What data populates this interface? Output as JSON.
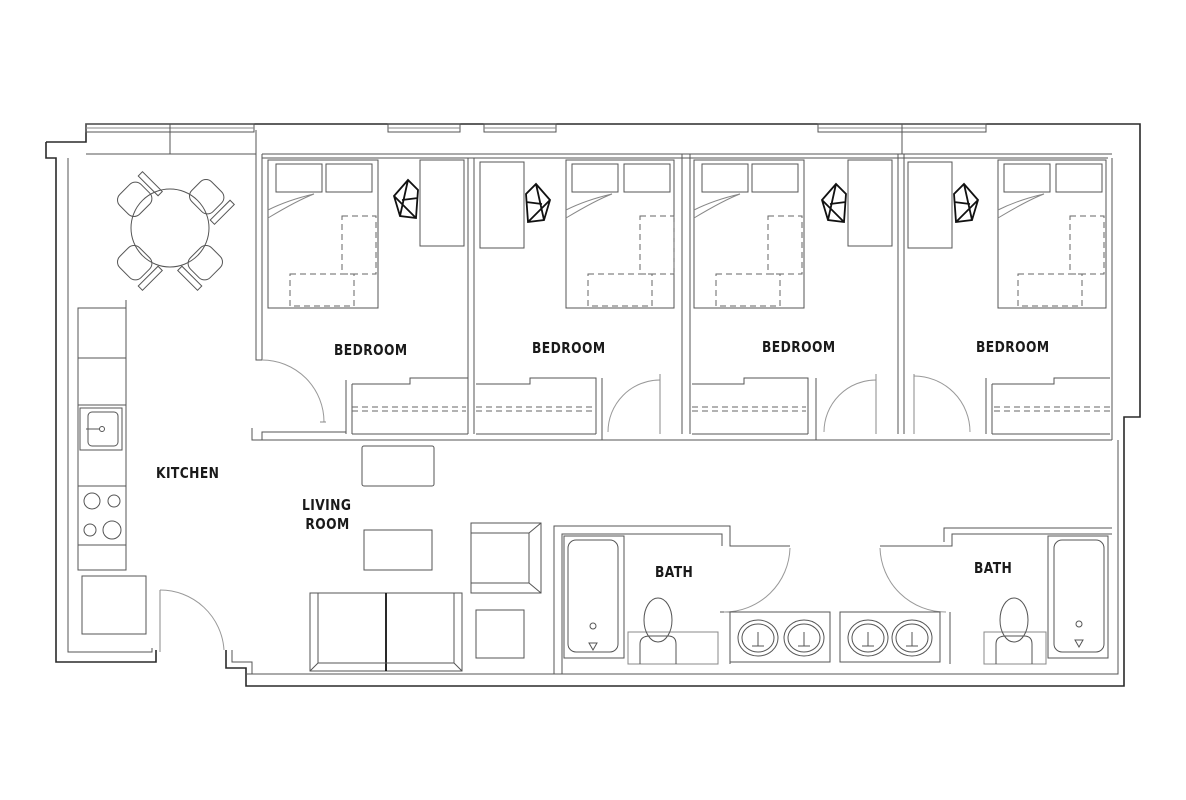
{
  "floor_plan": {
    "rooms": [
      {
        "id": "kitchen",
        "label": "KITCHEN"
      },
      {
        "id": "living-room",
        "label_line1": "LIVING",
        "label_line2": "ROOM"
      },
      {
        "id": "bedroom-1",
        "label": "BEDROOM"
      },
      {
        "id": "bedroom-2",
        "label": "BEDROOM"
      },
      {
        "id": "bedroom-3",
        "label": "BEDROOM"
      },
      {
        "id": "bedroom-4",
        "label": "BEDROOM"
      },
      {
        "id": "bath-1",
        "label": "BATH"
      },
      {
        "id": "bath-2",
        "label": "BATH"
      }
    ],
    "summary": {
      "bedrooms": 4,
      "baths": 2
    },
    "colors": {
      "background": "#ffffff",
      "wall": "#2a2a2a",
      "fixture": "#555555",
      "label": "#1a1a1a"
    }
  }
}
